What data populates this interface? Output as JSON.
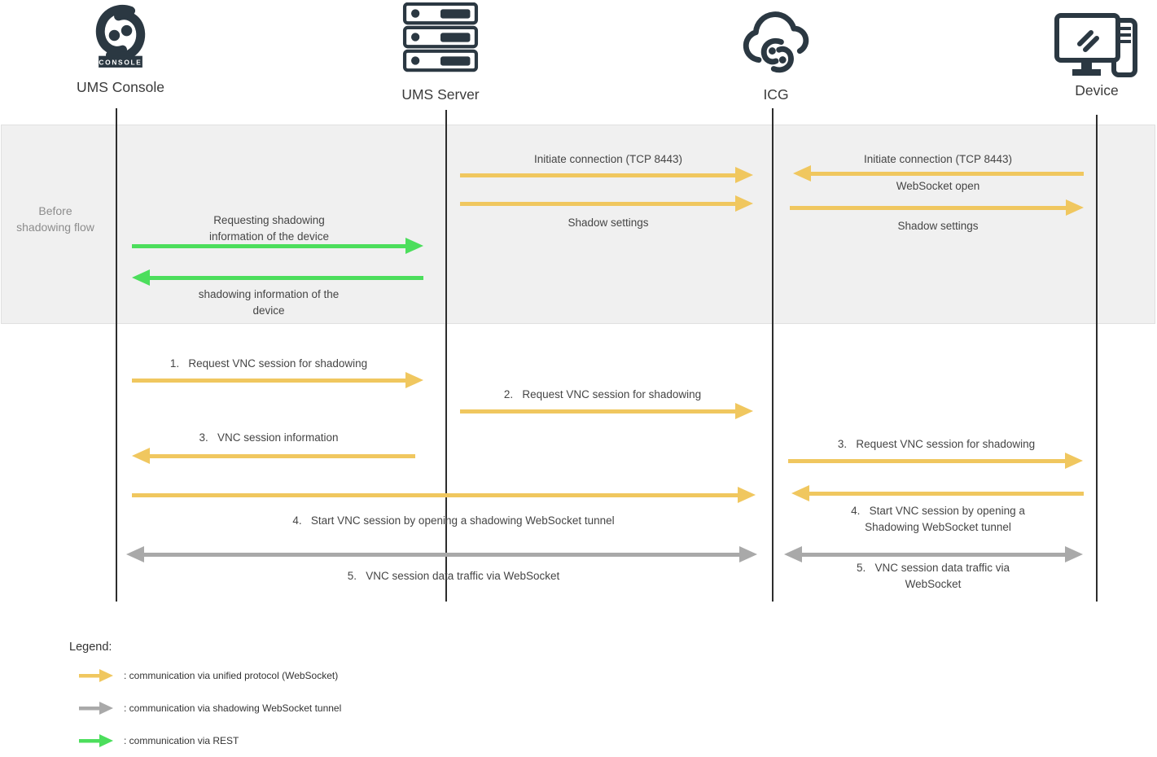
{
  "colors": {
    "dark": "#2b3842",
    "ink": "#454545",
    "muted": "#8c8c8c",
    "lifeline": "#2d2d2d",
    "band": "#f0f0f0",
    "band_border": "#e0e0e0",
    "yellow": "#f0c75f",
    "green": "#4cde5c",
    "gray_arrow": "#a9a9a9"
  },
  "actors": [
    {
      "name": "UMS Console",
      "icon": "igel-console-icon",
      "badge": "CONSOLE"
    },
    {
      "name": "UMS Server",
      "icon": "server-rack-icon"
    },
    {
      "name": "ICG",
      "icon": "cloud-icon"
    },
    {
      "name": "Device",
      "icon": "device-icon"
    }
  ],
  "band_label": "Before shadowing flow",
  "messages": {
    "initiate_server_icg": "Initiate connection (TCP 8443)",
    "shadow_settings_server_icg": "Shadow settings",
    "initiate_device_icg": "Initiate connection (TCP 8443)",
    "websocket_open": "WebSocket open",
    "shadow_settings_icg_device": "Shadow settings",
    "request_shadow_info": "Requesting shadowing information of the device",
    "shadow_info_response": "shadowing information of the device",
    "step1": "1.   Request VNC session for shadowing",
    "step2": "2.   Request VNC session for shadowing",
    "step3_left": "3.   VNC session information",
    "step3_right": "3.   Request VNC session for shadowing",
    "step4_left": "4.   Start VNC session by opening a shadowing WebSocket tunnel",
    "step4_right": "4.   Start VNC session by opening a Shadowing WebSocket tunnel",
    "step5_left": "5.   VNC session data traffic via WebSocket",
    "step5_right": "5.   VNC session data traffic via WebSocket"
  },
  "legend": {
    "title": "Legend:",
    "items": [
      {
        "type": "unified-protocol",
        "color": "#f0c75f",
        "label": ": communication via unified protocol (WebSocket)"
      },
      {
        "type": "shadowing-websocket-tunnel",
        "color": "#a9a9a9",
        "label": ": communication via shadowing WebSocket tunnel"
      },
      {
        "type": "rest",
        "color": "#4cde5c",
        "label": ": communication via REST"
      }
    ]
  }
}
